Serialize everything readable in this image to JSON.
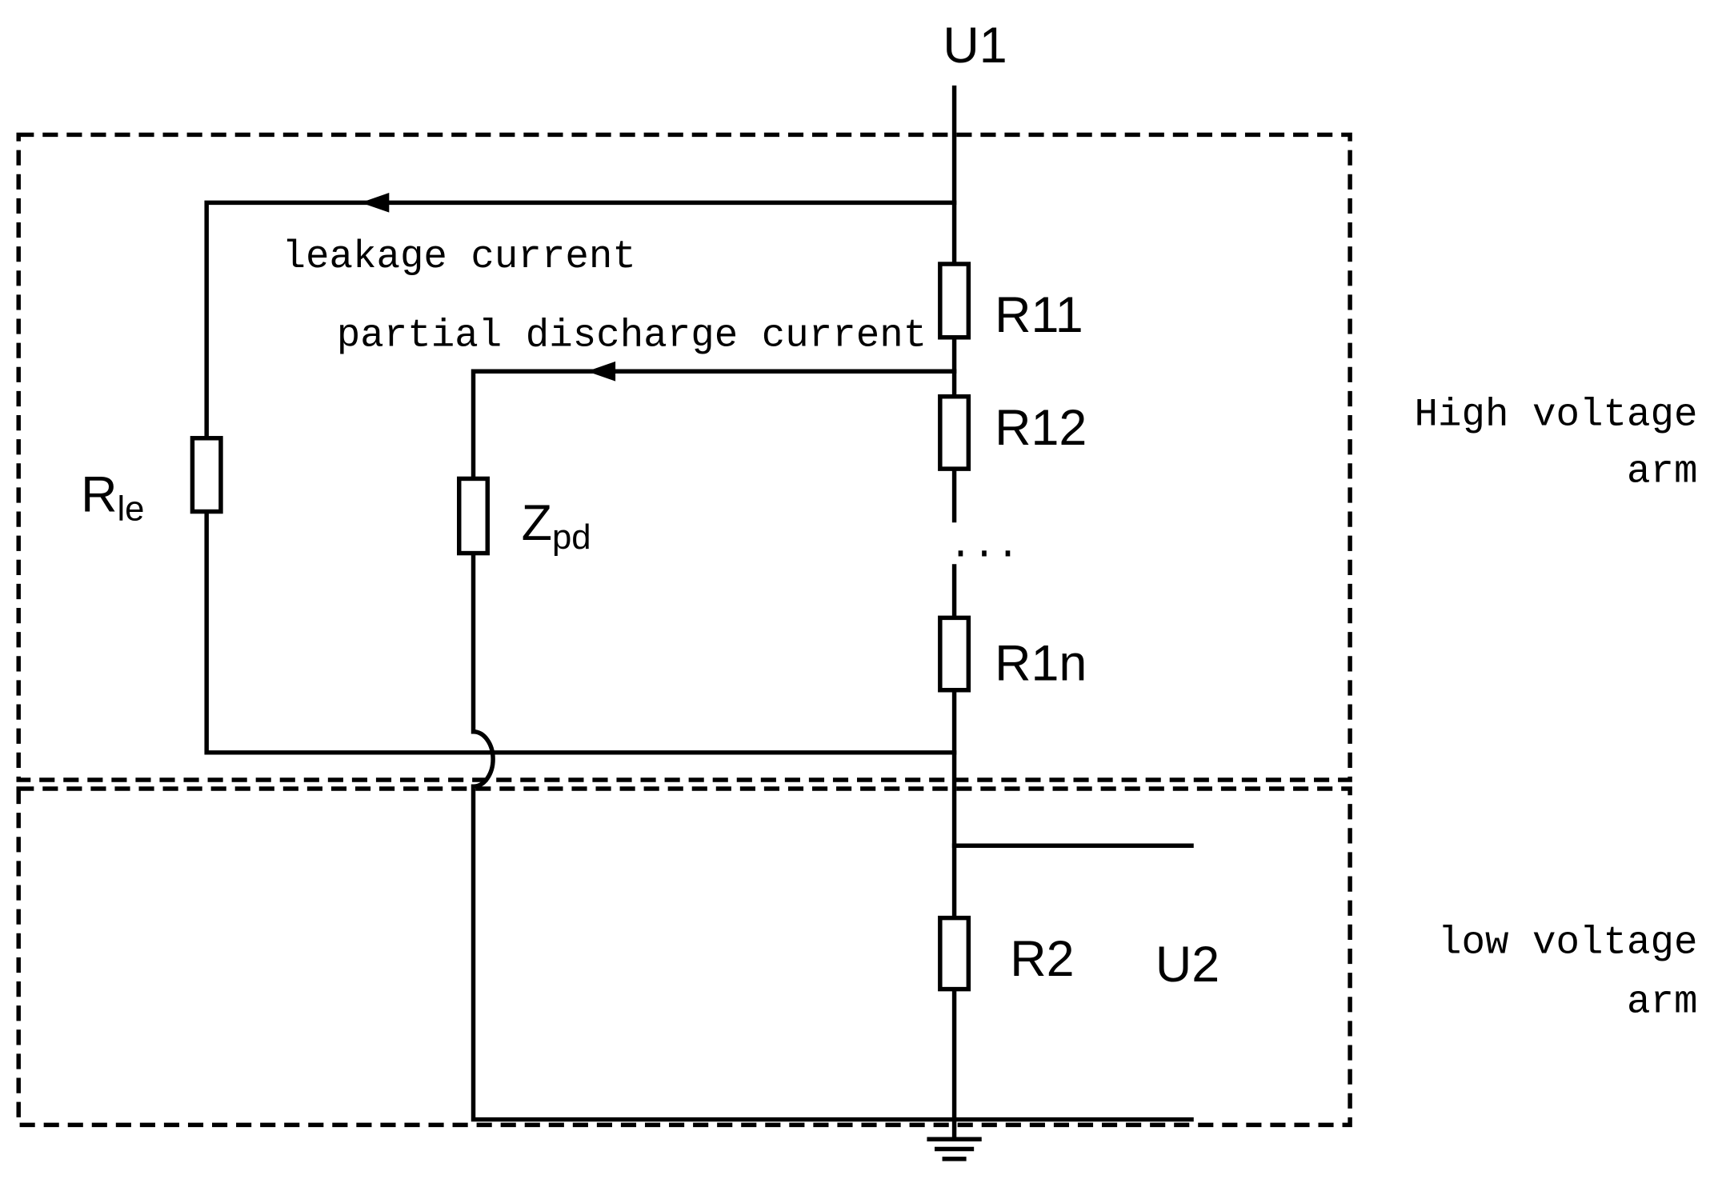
{
  "nodes": {
    "input_voltage": "U1",
    "output_voltage": "U2"
  },
  "resistors": {
    "r11": "R11",
    "r12": "R12",
    "r1n": "R1n",
    "r2": "R2"
  },
  "ellipsis": "...",
  "leakage": {
    "label": "leakage current",
    "resistor_main": "R",
    "resistor_sub": "le"
  },
  "partial_discharge": {
    "label": "partial discharge current",
    "impedance_main": "Z",
    "impedance_sub": "pd"
  },
  "regions": {
    "high": {
      "line1": "High voltage",
      "line2": "arm"
    },
    "low": {
      "line1": "low voltage",
      "line2": "arm"
    }
  }
}
